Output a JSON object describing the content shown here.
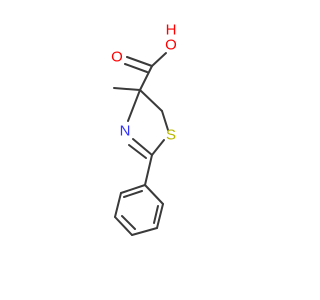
{
  "molecule": {
    "atoms": {
      "hydroxyl_O": {
        "symbol": "O",
        "hydrogen": "H",
        "color": "#ff0000"
      },
      "carbonyl_O": {
        "symbol": "O",
        "color": "#ff0000"
      },
      "ring_N": {
        "symbol": "N",
        "color": "#3333ff"
      },
      "ring_S": {
        "symbol": "S",
        "color": "#b8b800"
      }
    },
    "bond_color": "#3a3a3a"
  }
}
